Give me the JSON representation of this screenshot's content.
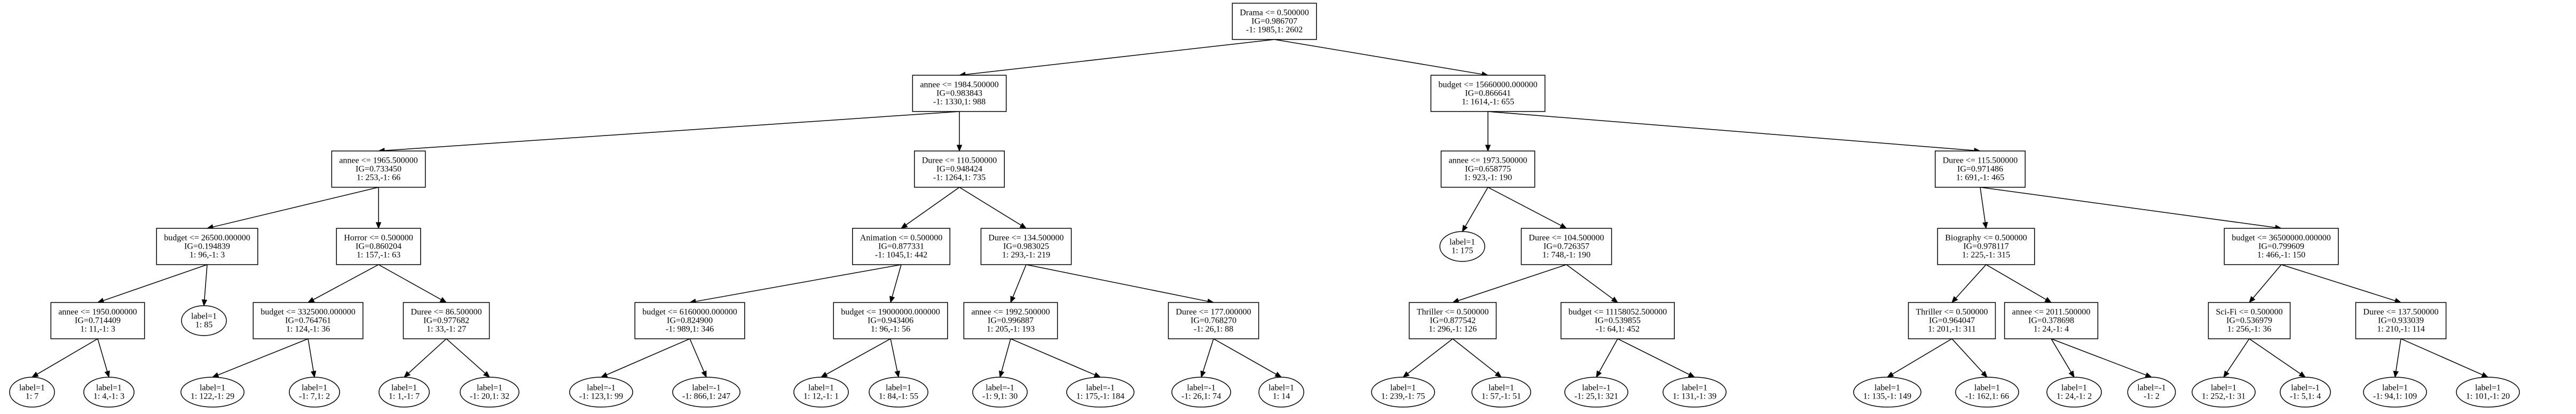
{
  "nodes": {
    "n0": [
      "Drama <= 0.500000",
      "IG=0.986707",
      "-1: 1985,1: 2602"
    ],
    "n1": [
      "annee <= 1984.500000",
      "IG=0.983843",
      "-1: 1330,1: 988"
    ],
    "n2": [
      "budget <= 15660000.000000",
      "IG=0.866641",
      "1: 1614,-1: 655"
    ],
    "n3": [
      "annee <= 1965.500000",
      "IG=0.733450",
      "1: 253,-1: 66"
    ],
    "n4": [
      "Duree <= 110.500000",
      "IG=0.948424",
      "-1: 1264,1: 735"
    ],
    "n5": [
      "annee <= 1973.500000",
      "IG=0.658775",
      "1: 923,-1: 190"
    ],
    "n6": [
      "Duree <= 115.500000",
      "IG=0.971486",
      "1: 691,-1: 465"
    ],
    "n7": [
      "budget <= 26500.000000",
      "IG=0.194839",
      "1: 96,-1: 3"
    ],
    "n8": [
      "Horror <= 0.500000",
      "IG=0.860204",
      "1: 157,-1: 63"
    ],
    "n9": [
      "Animation <= 0.500000",
      "IG=0.877331",
      "-1: 1045,1: 442"
    ],
    "n10": [
      "Duree <= 134.500000",
      "IG=0.983025",
      "1: 293,-1: 219"
    ],
    "n11": [
      "label=1",
      "1: 175"
    ],
    "n12": [
      "Duree <= 104.500000",
      "IG=0.726357",
      "1: 748,-1: 190"
    ],
    "n13": [
      "Biography <= 0.500000",
      "IG=0.978117",
      "1: 225,-1: 315"
    ],
    "n14": [
      "budget <= 36500000.000000",
      "IG=0.799609",
      "1: 466,-1: 150"
    ],
    "n15": [
      "annee <= 1950.000000",
      "IG=0.714409",
      "1: 11,-1: 3"
    ],
    "n16": [
      "label=1",
      "1: 85"
    ],
    "n17": [
      "budget <= 3325000.000000",
      "IG=0.764761",
      "1: 124,-1: 36"
    ],
    "n18": [
      "Duree <= 86.500000",
      "IG=0.977682",
      "1: 33,-1: 27"
    ],
    "n19": [
      "budget <= 6160000.000000",
      "IG=0.824900",
      "-1: 989,1: 346"
    ],
    "n20": [
      "budget <= 19000000.000000",
      "IG=0.943406",
      "1: 96,-1: 56"
    ],
    "n21": [
      "annee <= 1992.500000",
      "IG=0.996887",
      "1: 205,-1: 193"
    ],
    "n22": [
      "Duree <= 177.000000",
      "IG=0.768270",
      "-1: 26,1: 88"
    ],
    "n23": [
      "Thriller <= 0.500000",
      "IG=0.877542",
      "1: 296,-1: 126"
    ],
    "n24": [
      "budget <= 11158052.500000",
      "IG=0.539855",
      "-1: 64,1: 452"
    ],
    "n25": [
      "Thriller <= 0.500000",
      "IG=0.964047",
      "1: 201,-1: 311"
    ],
    "n26": [
      "annee <= 2011.500000",
      "IG=0.378698",
      "1: 24,-1: 4"
    ],
    "n27": [
      "Sci-Fi <= 0.500000",
      "IG=0.536979",
      "1: 256,-1: 36"
    ],
    "n28": [
      "Duree <= 137.500000",
      "IG=0.933039",
      "1: 210,-1: 114"
    ],
    "l0": [
      "label=1",
      "1: 7"
    ],
    "l1": [
      "label=1",
      "1: 4,-1: 3"
    ],
    "l2": [
      "label=1",
      "1: 122,-1: 29"
    ],
    "l3": [
      "label=1",
      "-1: 7,1: 2"
    ],
    "l4": [
      "label=1",
      "1: 1,-1: 7"
    ],
    "l5": [
      "label=1",
      "-1: 20,1: 32"
    ],
    "l6": [
      "label=-1",
      "-1: 123,1: 99"
    ],
    "l7": [
      "label=-1",
      "-1: 866,1: 247"
    ],
    "l8": [
      "label=1",
      "1: 12,-1: 1"
    ],
    "l9": [
      "label=1",
      "1: 84,-1: 55"
    ],
    "l10": [
      "label=-1",
      "-1: 9,1: 30"
    ],
    "l11": [
      "label=-1",
      "1: 175,-1: 184"
    ],
    "l12": [
      "label=-1",
      "-1: 26,1: 74"
    ],
    "l13": [
      "label=1",
      "1: 14"
    ],
    "l14": [
      "label=1",
      "1: 239,-1: 75"
    ],
    "l15": [
      "label=1",
      "1: 57,-1: 51"
    ],
    "l16": [
      "label=-1",
      "-1: 25,1: 321"
    ],
    "l17": [
      "label=1",
      "1: 131,-1: 39"
    ],
    "l18": [
      "label=1",
      "1: 135,-1: 149"
    ],
    "l19": [
      "label=1",
      "-1: 162,1: 66"
    ],
    "l20": [
      "label=1",
      "1: 24,-1: 2"
    ],
    "l21": [
      "label=-1",
      "-1: 2"
    ],
    "l22": [
      "label=1",
      "1: 252,-1: 31"
    ],
    "l23": [
      "label=-1",
      "-1: 5,1: 4"
    ],
    "l24": [
      "label=1",
      "-1: 94,1: 109"
    ],
    "l25": [
      "label=1",
      "1: 101,-1: 20"
    ]
  },
  "edges": [
    [
      "n0",
      "n1"
    ],
    [
      "n0",
      "n2"
    ],
    [
      "n1",
      "n3"
    ],
    [
      "n1",
      "n4"
    ],
    [
      "n2",
      "n5"
    ],
    [
      "n2",
      "n6"
    ],
    [
      "n3",
      "n7"
    ],
    [
      "n3",
      "n8"
    ],
    [
      "n4",
      "n9"
    ],
    [
      "n4",
      "n10"
    ],
    [
      "n5",
      "n11"
    ],
    [
      "n5",
      "n12"
    ],
    [
      "n6",
      "n13"
    ],
    [
      "n6",
      "n14"
    ],
    [
      "n7",
      "n15"
    ],
    [
      "n7",
      "n16"
    ],
    [
      "n8",
      "n17"
    ],
    [
      "n8",
      "n18"
    ],
    [
      "n9",
      "n19"
    ],
    [
      "n9",
      "n20"
    ],
    [
      "n10",
      "n21"
    ],
    [
      "n10",
      "n22"
    ],
    [
      "n12",
      "n23"
    ],
    [
      "n12",
      "n24"
    ],
    [
      "n13",
      "n25"
    ],
    [
      "n13",
      "n26"
    ],
    [
      "n14",
      "n27"
    ],
    [
      "n14",
      "n28"
    ],
    [
      "n15",
      "l0"
    ],
    [
      "n15",
      "l1"
    ],
    [
      "n17",
      "l2"
    ],
    [
      "n17",
      "l3"
    ],
    [
      "n18",
      "l4"
    ],
    [
      "n18",
      "l5"
    ],
    [
      "n19",
      "l6"
    ],
    [
      "n19",
      "l7"
    ],
    [
      "n20",
      "l8"
    ],
    [
      "n20",
      "l9"
    ],
    [
      "n21",
      "l10"
    ],
    [
      "n21",
      "l11"
    ],
    [
      "n22",
      "l12"
    ],
    [
      "n22",
      "l13"
    ],
    [
      "n23",
      "l14"
    ],
    [
      "n23",
      "l15"
    ],
    [
      "n24",
      "l16"
    ],
    [
      "n24",
      "l17"
    ],
    [
      "n25",
      "l18"
    ],
    [
      "n25",
      "l19"
    ],
    [
      "n26",
      "l20"
    ],
    [
      "n26",
      "l21"
    ],
    [
      "n27",
      "l22"
    ],
    [
      "n27",
      "l23"
    ],
    [
      "n28",
      "l24"
    ],
    [
      "n28",
      "l25"
    ]
  ]
}
